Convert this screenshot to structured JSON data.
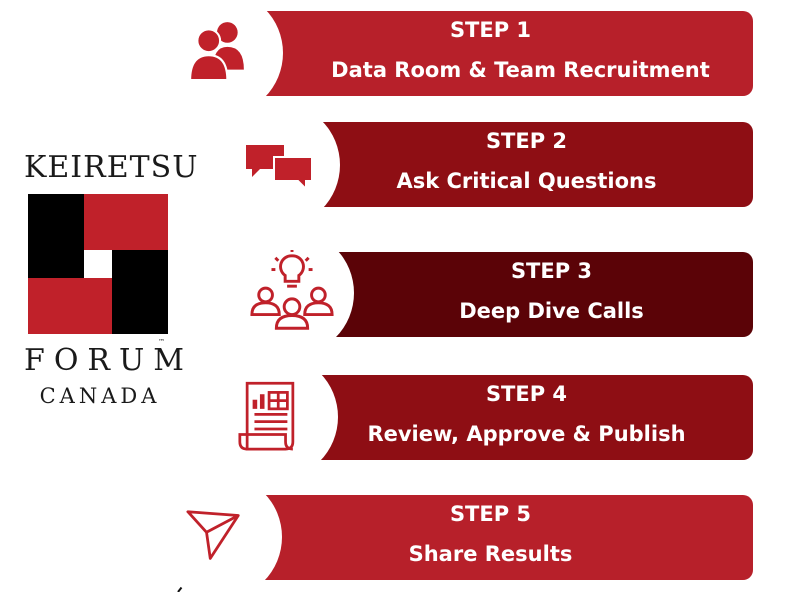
{
  "logo": {
    "top_text": "KEIRETSU",
    "middle_text": "FORUM",
    "bottom_text": "CANADA",
    "trademark": "™"
  },
  "colors": {
    "red": "#c0212a",
    "dark_red": "#8e0e14",
    "darker_red": "#5b0307",
    "black": "#000000",
    "line": "#111111"
  },
  "steps": [
    {
      "number": "STEP 1",
      "title": "Data Room & Team Recruitment",
      "icon": "people-icon",
      "color": "#b7202a"
    },
    {
      "number": "STEP 2",
      "title": "Ask Critical Questions",
      "icon": "chat-bubbles-icon",
      "color": "#8e0e14"
    },
    {
      "number": "STEP 3",
      "title": "Deep Dive Calls",
      "icon": "idea-team-icon",
      "color": "#5b0307"
    },
    {
      "number": "STEP 4",
      "title": "Review, Approve & Publish",
      "icon": "report-document-icon",
      "color": "#8e0e14"
    },
    {
      "number": "STEP 5",
      "title": "Share Results",
      "icon": "send-icon",
      "color": "#b7202a"
    }
  ]
}
